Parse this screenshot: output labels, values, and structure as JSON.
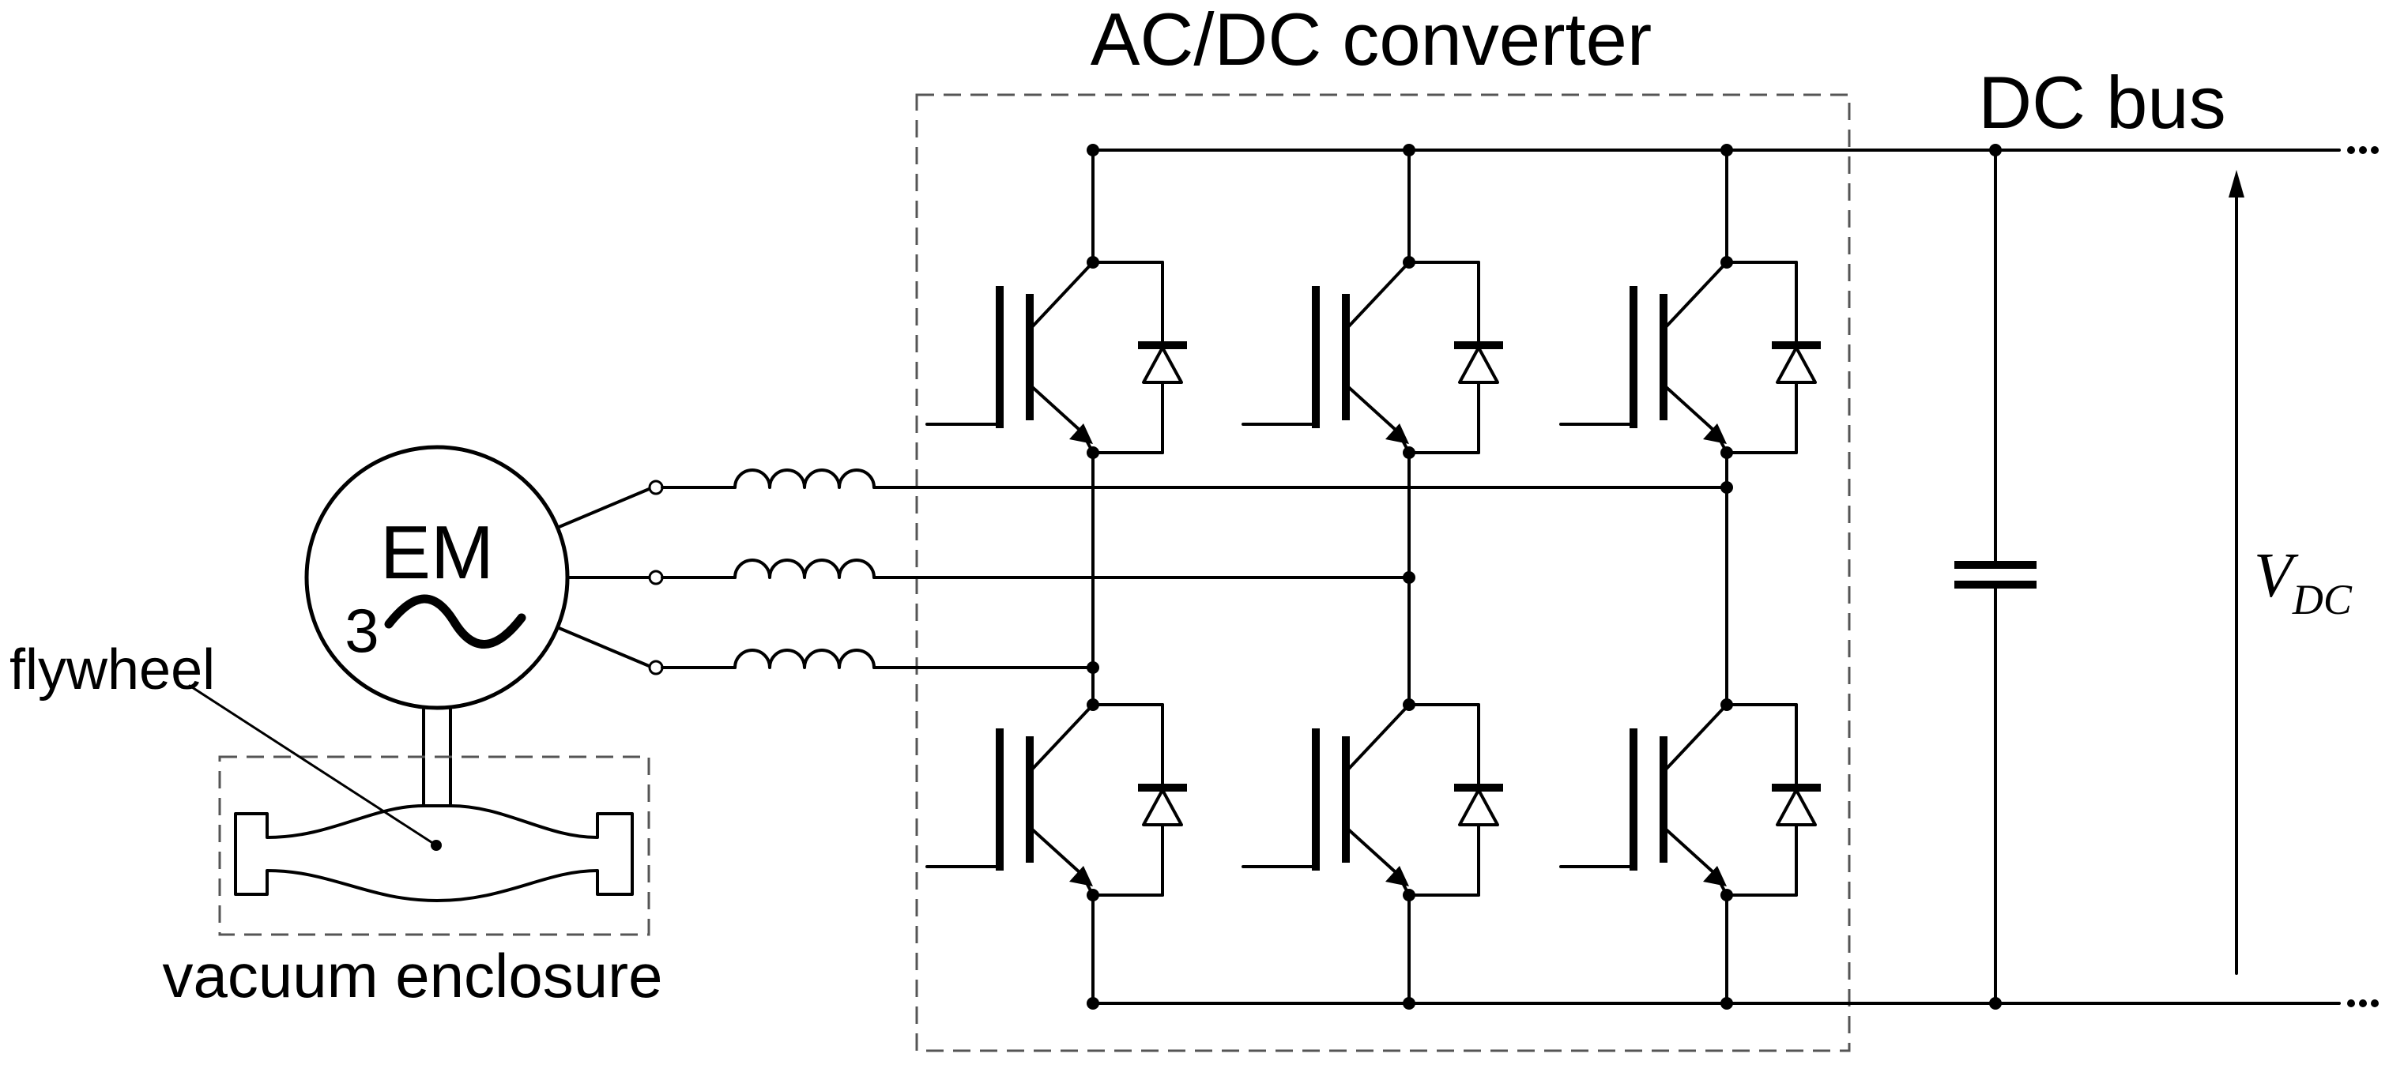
{
  "labels": {
    "converter": "AC/DC converter",
    "dc_bus": "DC bus",
    "machine_top": "EM",
    "machine_phase": "3",
    "flywheel": "flywheel",
    "enclosure": "vacuum enclosure",
    "voltage": "V",
    "voltage_sub": "DC"
  }
}
